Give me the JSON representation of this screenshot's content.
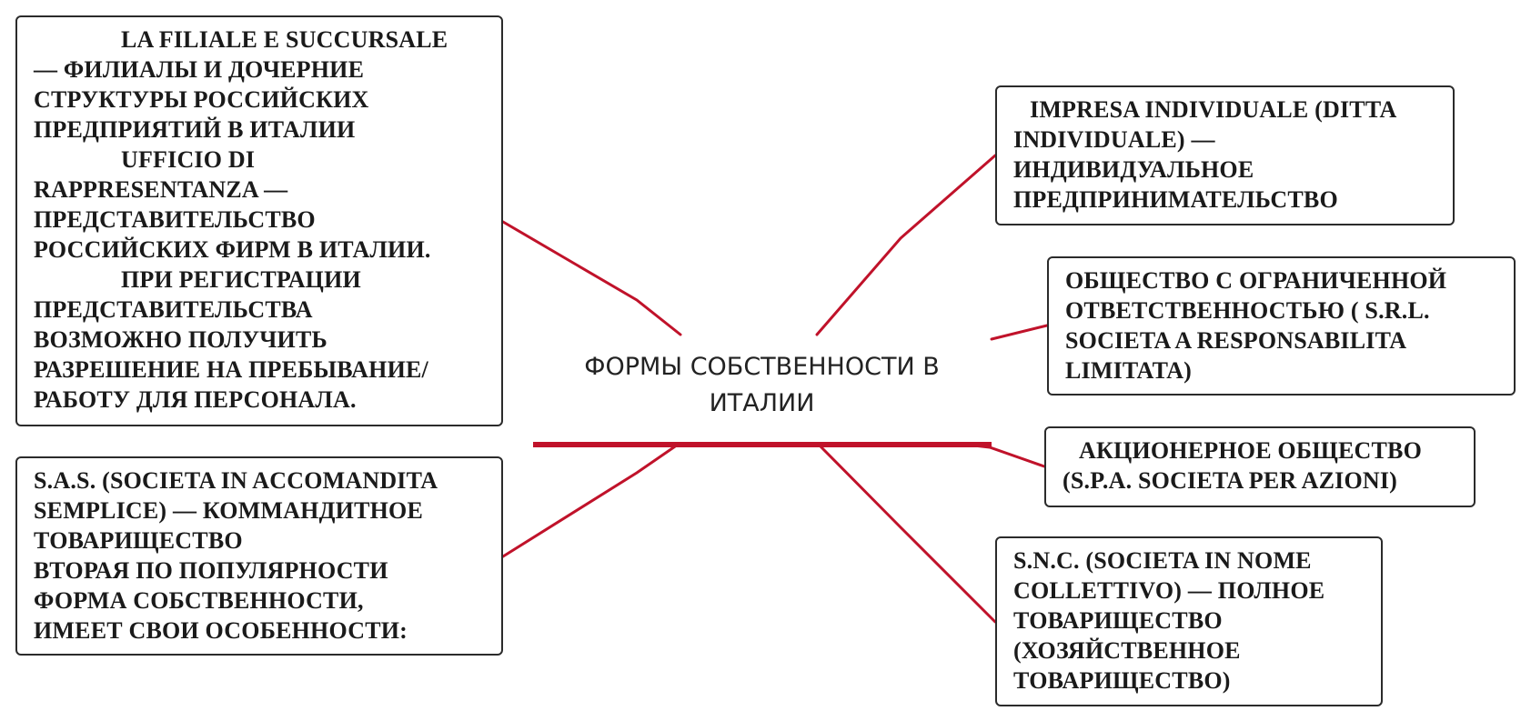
{
  "diagram": {
    "central_topic": {
      "lines": [
        "ФОРМЫ СОБСТВЕННОСТИ В",
        "ИТАЛИИ"
      ]
    },
    "accent_color": "#c0122a",
    "border_color": "#2b2b2b",
    "nodes": {
      "filiale": {
        "lines": [
          "LA FILIALE E SUCCURSALE",
          "— ФИЛИАЛЫ И ДОЧЕРНИЕ",
          "СТРУКТУРЫ РОССИЙСКИХ",
          "ПРЕДПРИЯТИЙ В ИТАЛИИ",
          "UFFICIO DI",
          "RAPPRESENTANZA —",
          "ПРЕДСТАВИТЕЛЬСТВО",
          "РОССИЙСКИХ ФИРМ В ИТАЛИИ.",
          "ПРИ РЕГИСТРАЦИИ",
          "ПРЕДСТАВИТЕЛЬСТВА",
          "ВОЗМОЖНО ПОЛУЧИТЬ",
          "РАЗРЕШЕНИЕ НА ПРЕБЫВАНИЕ/",
          "РАБОТУ ДЛЯ ПЕРСОНАЛА."
        ]
      },
      "sas": {
        "lines": [
          "S.A.S. (SOCIETA IN ACCOMANDITA",
          "SEMPLICE) — КОММАНДИТНОЕ",
          "ТОВАРИЩЕСТВО",
          "ВТОРАЯ ПО ПОПУЛЯРНОСТИ",
          "ФОРМА СОБСТВЕННОСТИ,",
          "ИМЕЕТ СВОИ ОСОБЕННОСТИ:"
        ]
      },
      "impresa": {
        "lines": [
          "IMPRESA INDIVIDUALE (DITTA",
          "INDIVIDUALE) —",
          "ИНДИВИДУАЛЬНОЕ",
          "ПРЕДПРИНИМАТЕЛЬСТВО"
        ]
      },
      "srl": {
        "lines": [
          "ОБЩЕСТВО С ОГРАНИЧЕННОЙ",
          "ОТВЕТСТВЕННОСТЬЮ ( S.R.L.",
          "SOCIETA A RESPONSABILITA",
          "LIMITATA)"
        ]
      },
      "spa": {
        "lines": [
          "АКЦИОНЕРНОЕ ОБЩЕСТВО",
          "(S.P.A. SOCIETA PER AZIONI)"
        ]
      },
      "snc": {
        "lines": [
          "S.N.C. (SOCIETA IN NOME",
          "COLLETTIVO) — ПОЛНОЕ",
          "ТОВАРИЩЕСТВО",
          "(ХОЗЯЙСТВЕННОЕ",
          "ТОВАРИЩЕСТВО)"
        ]
      }
    }
  }
}
